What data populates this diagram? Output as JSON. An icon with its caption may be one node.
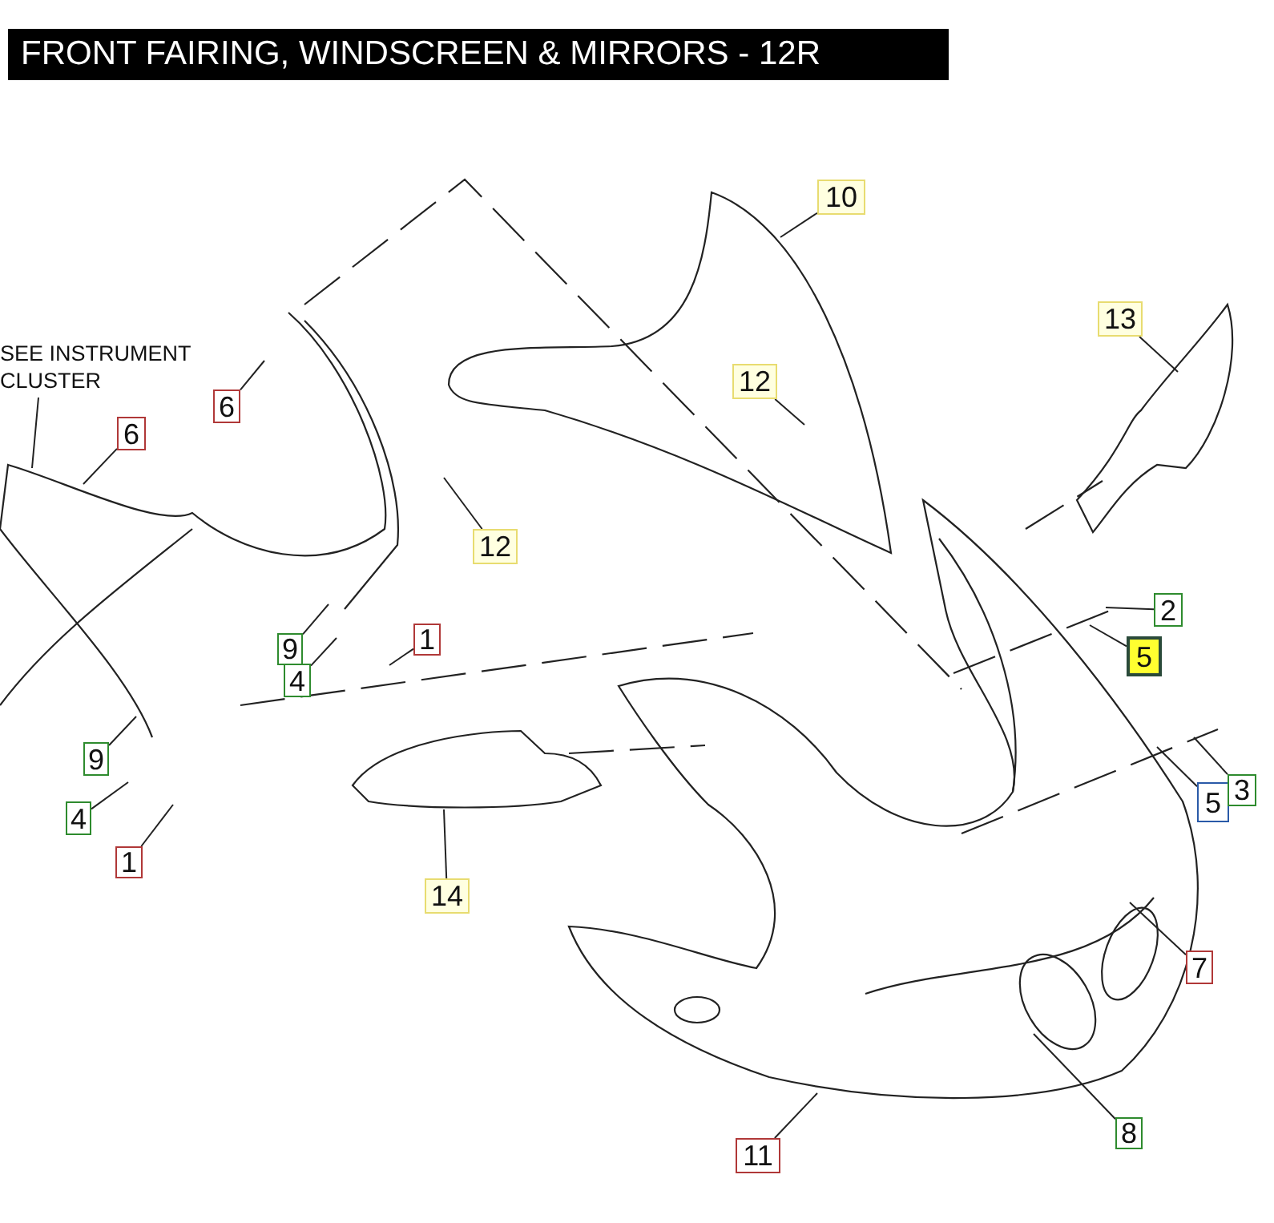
{
  "diagram": {
    "title": "FRONT FAIRING, WINDSCREEN & MIRRORS - 12R",
    "nodes": [
      {
        "text": [
          "SEE INSTRUMENT CLUSTER"
        ]
      },
      {
        "text": [
          "10"
        ]
      },
      {
        "text": [
          "13"
        ]
      },
      {
        "text": [
          "6"
        ]
      },
      {
        "text": [
          "12"
        ]
      },
      {
        "text": [
          "6"
        ]
      },
      {
        "text": [
          "12"
        ]
      },
      {
        "text": [
          "2"
        ]
      },
      {
        "text": [
          "5"
        ]
      },
      {
        "text": [
          "9"
        ]
      },
      {
        "text": [
          "1"
        ]
      },
      {
        "text": [
          "4"
        ]
      },
      {
        "text": [
          "9"
        ]
      },
      {
        "text": [
          "5"
        ]
      },
      {
        "text": [
          "3"
        ]
      },
      {
        "text": [
          "4"
        ]
      },
      {
        "text": [
          "1"
        ]
      },
      {
        "text": [
          "14"
        ]
      },
      {
        "text": [
          "7"
        ]
      },
      {
        "text": [
          "11"
        ]
      },
      {
        "text": [
          "8"
        ]
      }
    ],
    "edges": [
      {
        "from": 0,
        "to": null,
        "arrow": "none"
      },
      {
        "from": 1,
        "to": null,
        "arrow": "none"
      },
      {
        "from": 2,
        "to": null,
        "arrow": "none"
      },
      {
        "from": 3,
        "to": null,
        "arrow": "none"
      },
      {
        "from": 4,
        "to": null,
        "arrow": "none"
      },
      {
        "from": 5,
        "to": null,
        "arrow": "none"
      },
      {
        "from": 6,
        "to": null,
        "arrow": "none"
      },
      {
        "from": 7,
        "to": null,
        "arrow": "none"
      },
      {
        "from": 8,
        "to": null,
        "arrow": "none"
      },
      {
        "from": 9,
        "to": null,
        "arrow": "none"
      },
      {
        "from": 10,
        "to": null,
        "arrow": "none"
      },
      {
        "from": 11,
        "to": null,
        "arrow": "none"
      },
      {
        "from": 12,
        "to": null,
        "arrow": "none"
      },
      {
        "from": 13,
        "to": null,
        "arrow": "none"
      },
      {
        "from": 14,
        "to": null,
        "arrow": "none"
      },
      {
        "from": 15,
        "to": null,
        "arrow": "none"
      },
      {
        "from": 16,
        "to": null,
        "arrow": "none"
      },
      {
        "from": 17,
        "to": null,
        "arrow": "none"
      },
      {
        "from": 18,
        "to": null,
        "arrow": "none"
      },
      {
        "from": 19,
        "to": null,
        "arrow": "none"
      },
      {
        "from": 20,
        "to": null,
        "arrow": "none"
      }
    ]
  }
}
